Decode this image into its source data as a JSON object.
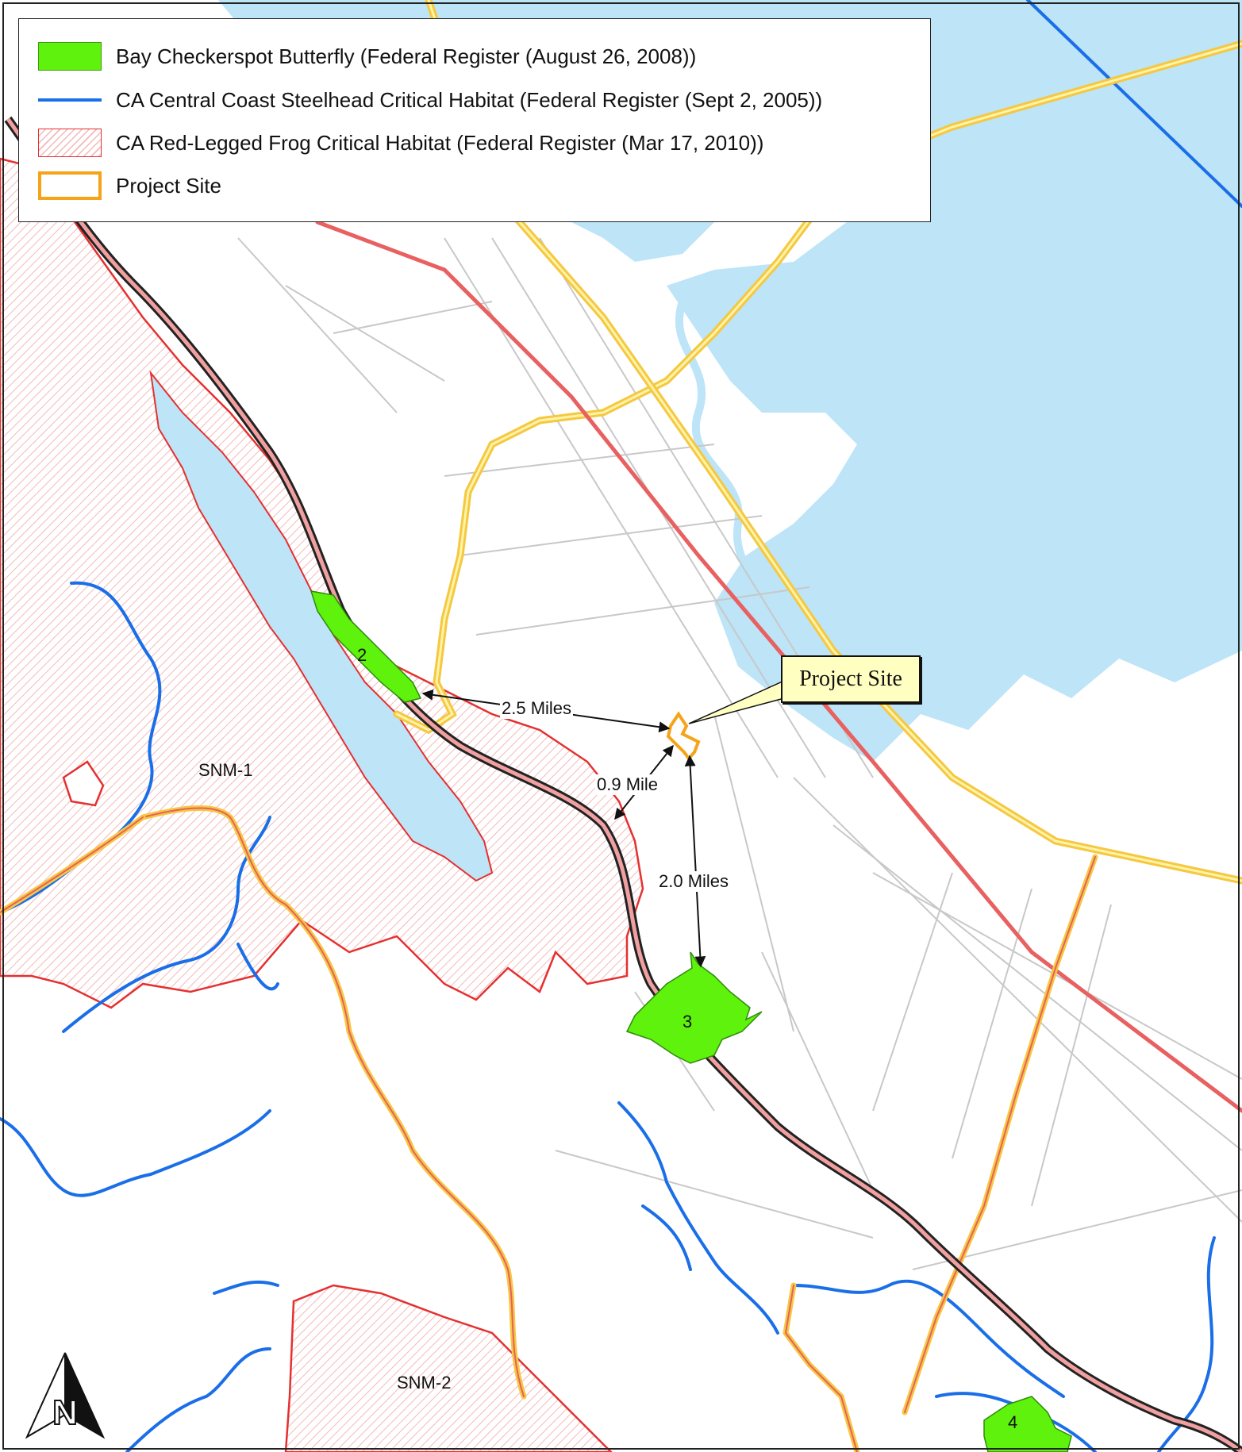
{
  "legend": {
    "items": [
      {
        "label": "Bay Checkerspot Butterfly (Federal Register (August 26, 2008))",
        "symbol": "green-fill",
        "color": "#5ef20c"
      },
      {
        "label": "CA Central Coast Steelhead Critical Habitat (Federal Register (Sept 2, 2005))",
        "symbol": "blue-line",
        "color": "#1a6ee8"
      },
      {
        "label": "CA Red-Legged Frog Critical Habitat (Federal Register (Mar 17, 2010))",
        "symbol": "red-hatch",
        "color": "#e53030"
      },
      {
        "label": "Project Site",
        "symbol": "orange-outline",
        "color": "#f5a318"
      }
    ]
  },
  "callout": {
    "label": "Project Site"
  },
  "areas": {
    "snm1": "SNM-1",
    "snm2": "SNM-2",
    "unit2": "2",
    "unit3": "3",
    "unit4": "4"
  },
  "distances": {
    "d1": "2.5 Miles",
    "d2": "0.9 Mile",
    "d3": "2.0 Miles"
  },
  "colors": {
    "water": "#bde4f7",
    "frog_habitat": "#e53030",
    "butterfly": "#5ef20c",
    "steelhead": "#1a6ee8",
    "highway": "#f5c842",
    "project": "#f5a318",
    "road": "#c8c8c8"
  },
  "north_arrow": {
    "label": "N"
  }
}
